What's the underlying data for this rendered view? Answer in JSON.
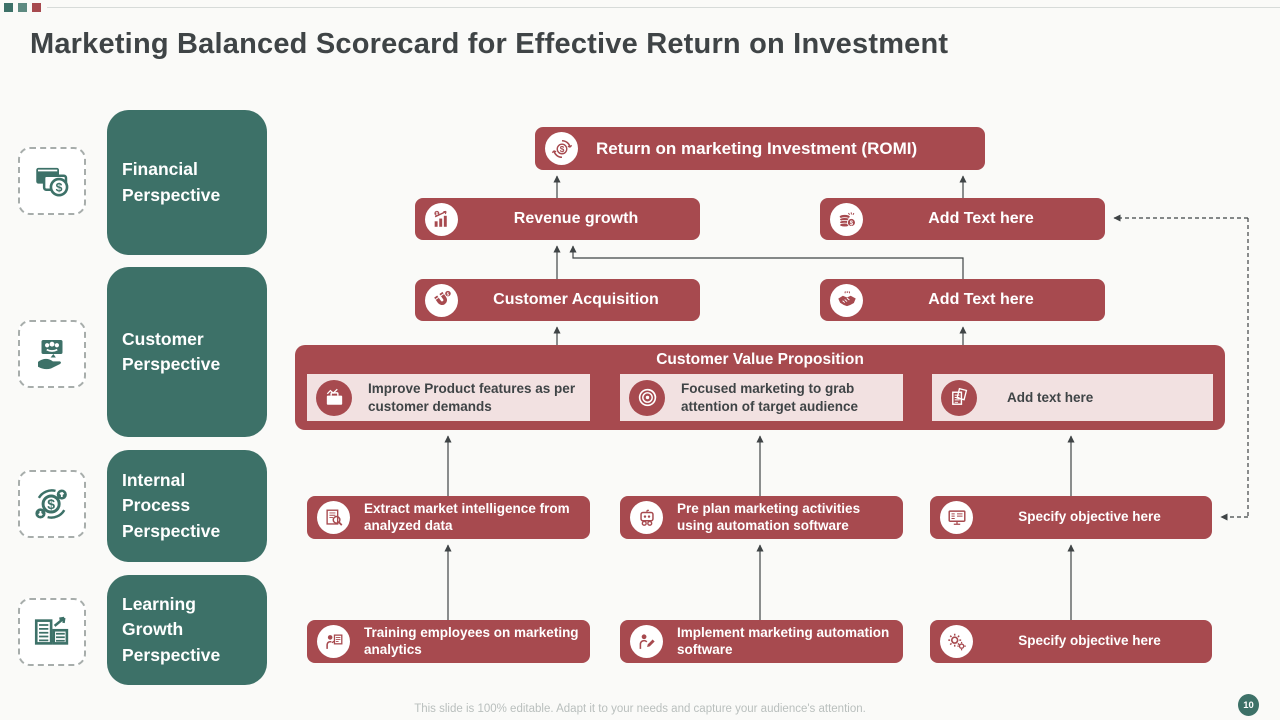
{
  "slide": {
    "title": "Marketing Balanced Scorecard for Effective Return on Investment",
    "footer": "This slide is 100% editable. Adapt it to your needs and capture your audience's attention.",
    "page_number": "10"
  },
  "colors": {
    "maroon": "#A74A4F",
    "teal": "#3D7168",
    "light_pink": "#F2E1E1",
    "title_text": "#3F4446",
    "arrow": "#3f4446"
  },
  "perspectives": [
    {
      "label": "Financial Perspective",
      "icon": "money-cards-icon"
    },
    {
      "label": "Customer Perspective",
      "icon": "customer-hand-icon"
    },
    {
      "label": "Internal Process Perspective",
      "icon": "process-dollar-icon"
    },
    {
      "label": "Learning Growth Perspective",
      "icon": "learning-docs-icon"
    }
  ],
  "flow": {
    "romi": {
      "label": "Return on marketing Investment (ROMI)",
      "icon": "dollar-cycle-icon"
    },
    "row_financial": [
      {
        "label": "Revenue growth",
        "icon": "revenue-chart-icon"
      },
      {
        "label": "Add Text here",
        "icon": "coins-icon"
      }
    ],
    "row_customer": [
      {
        "label": "Customer Acquisition",
        "icon": "magnet-icon"
      },
      {
        "label": "Add Text here",
        "icon": "handshake-icon"
      }
    ],
    "cvp": {
      "title": "Customer Value Proposition",
      "items": [
        {
          "label": "Improve Product features as per customer demands",
          "icon": "product-features-icon"
        },
        {
          "label": "Focused marketing to grab attention of target audience",
          "icon": "target-icon"
        },
        {
          "label": "Add text here",
          "icon": "documents-icon"
        }
      ]
    },
    "row_internal": [
      {
        "label": "Extract market intelligence from analyzed data",
        "icon": "data-analysis-icon"
      },
      {
        "label": "Pre plan marketing activities using automation software",
        "icon": "automation-robot-icon"
      },
      {
        "label": "Specify objective here",
        "icon": "monitor-checklist-icon"
      }
    ],
    "row_learning": [
      {
        "label": "Training employees on marketing analytics",
        "icon": "training-presenter-icon"
      },
      {
        "label": "Implement marketing automation software",
        "icon": "implementation-pencil-icon"
      },
      {
        "label": "Specify objective here",
        "icon": "gears-icon"
      }
    ]
  }
}
